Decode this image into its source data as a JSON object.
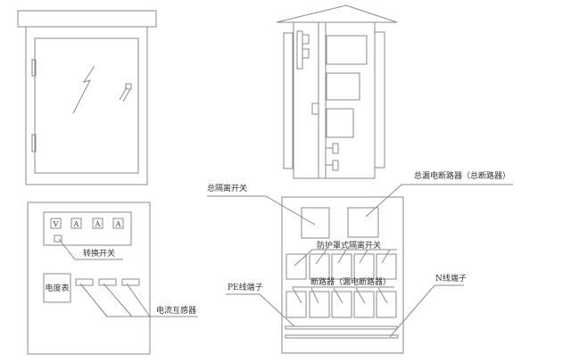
{
  "labels": {
    "switch": "转换开关",
    "energy_meter": "电度表",
    "current_transformer": "电流互感器",
    "main_isolator": "总隔离开关",
    "main_rcd": "总漏电断路器（总断路器）",
    "guarded_isolator": "防护罩式隔离开关",
    "breaker": "断路器（漏电断路器）",
    "pe_terminal": "PE线端子",
    "n_terminal": "N线端子"
  },
  "meters": [
    "V",
    "A",
    "A",
    "A"
  ]
}
